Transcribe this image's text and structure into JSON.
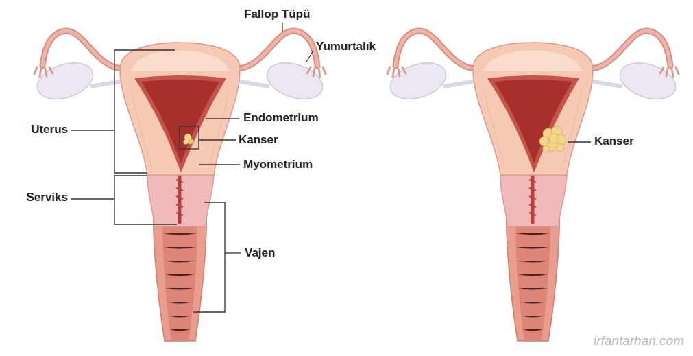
{
  "diagram": {
    "labels": [
      "Fallop Tüpü",
      "Yumurtalık",
      "Endometrium",
      "Kanser",
      "Myometrium",
      "Uterus",
      "Serviks",
      "Vajen",
      "Kanser",
      "irfantarhan.com"
    ]
  }
}
